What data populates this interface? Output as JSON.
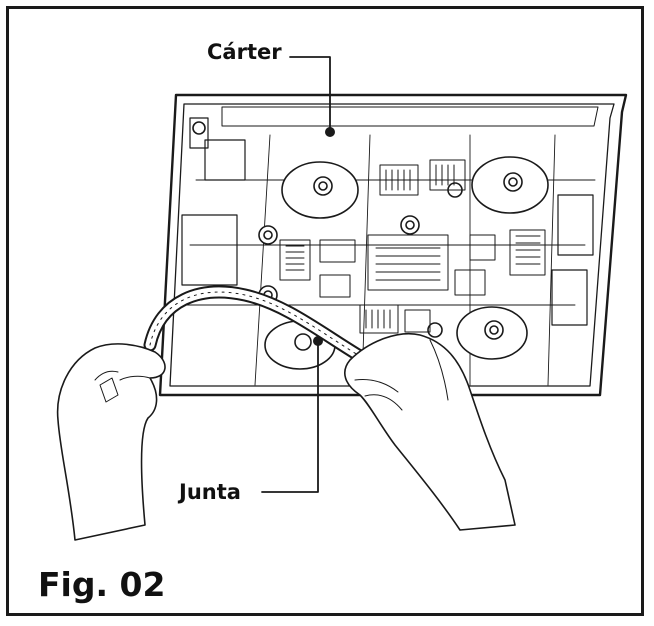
{
  "labels": {
    "carter": "Cárter",
    "junta": "Junta"
  },
  "caption": "Fig. 02",
  "colors": {
    "line": "#1a1a1a",
    "background": "#ffffff"
  }
}
